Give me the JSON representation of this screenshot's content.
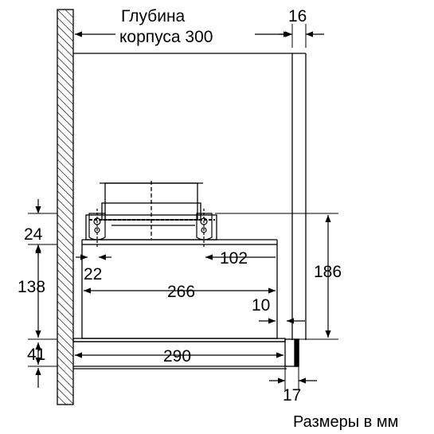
{
  "labels": {
    "depth_line1": "Глубина",
    "depth_line2": "корпуса 300",
    "dim_16": "16",
    "dim_24": "24",
    "dim_102": "102",
    "dim_22": "22",
    "dim_186": "186",
    "dim_138": "138",
    "dim_266": "266",
    "dim_10": "10",
    "dim_41": "41",
    "dim_290": "290",
    "dim_17": "17",
    "units_note": "Размеры в мм"
  },
  "colors": {
    "line": "#000000",
    "hatch": "#000000",
    "background": "#ffffff"
  }
}
